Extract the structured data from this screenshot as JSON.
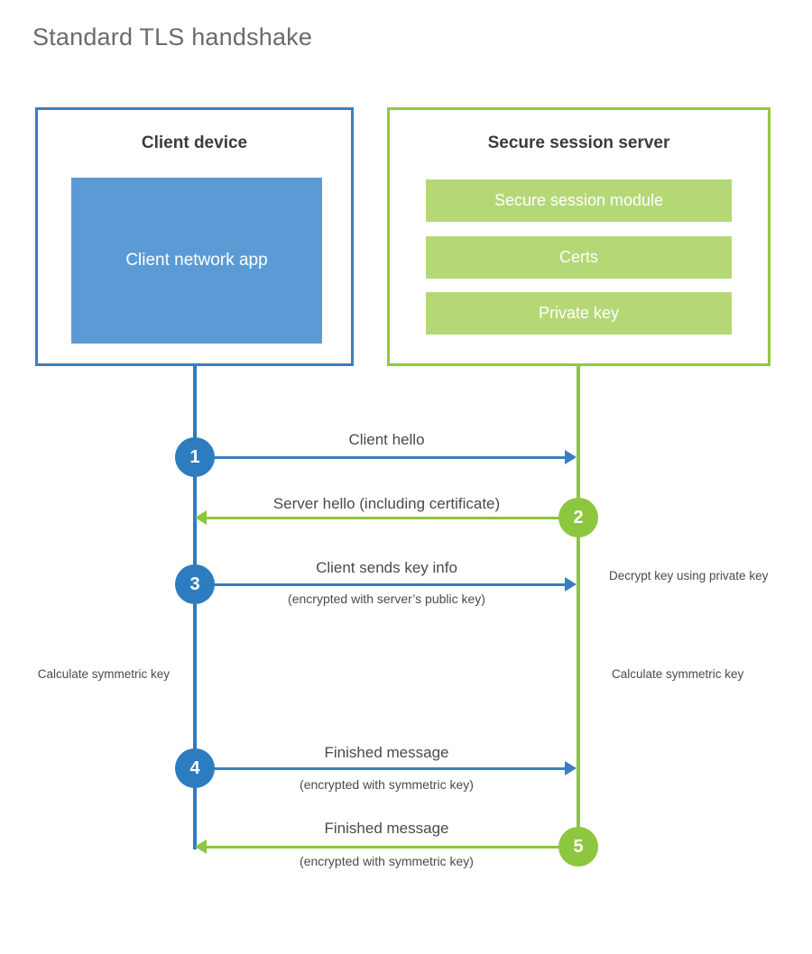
{
  "title": "Standard TLS handshake",
  "colors": {
    "client_border": "#3B7DBF",
    "client_fill": "#5B9BD5",
    "client_lifeline": "#2E7CC0",
    "server_border": "#93C83E",
    "server_fill": "#B5D877",
    "server_lifeline": "#8DC63F",
    "text": "#4a4a4a",
    "title_text": "#6b6b6b",
    "background": "#ffffff"
  },
  "client": {
    "title": "Client device",
    "app_label": "Client network app"
  },
  "server": {
    "title": "Secure session server",
    "modules": [
      "Secure session module",
      "Certs",
      "Private key"
    ]
  },
  "steps": [
    {
      "number": "1",
      "label": "Client hello",
      "sublabel": "",
      "direction": "client-to-server",
      "color": "blue"
    },
    {
      "number": "2",
      "label": "Server hello (including certificate)",
      "sublabel": "",
      "direction": "server-to-client",
      "color": "green"
    },
    {
      "number": "3",
      "label": "Client sends key info",
      "sublabel": "(encrypted with server’s public key)",
      "direction": "client-to-server",
      "color": "blue"
    },
    {
      "number": "4",
      "label": "Finished message",
      "sublabel": "(encrypted with symmetric key)",
      "direction": "client-to-server",
      "color": "blue"
    },
    {
      "number": "5",
      "label": "Finished message",
      "sublabel": "(encrypted with symmetric key)",
      "direction": "server-to-client",
      "color": "green"
    }
  ],
  "annotations": {
    "decrypt_note": "Decrypt key using private key",
    "client_calculate": "Calculate symmetric key",
    "server_calculate": "Calculate symmetric key"
  }
}
